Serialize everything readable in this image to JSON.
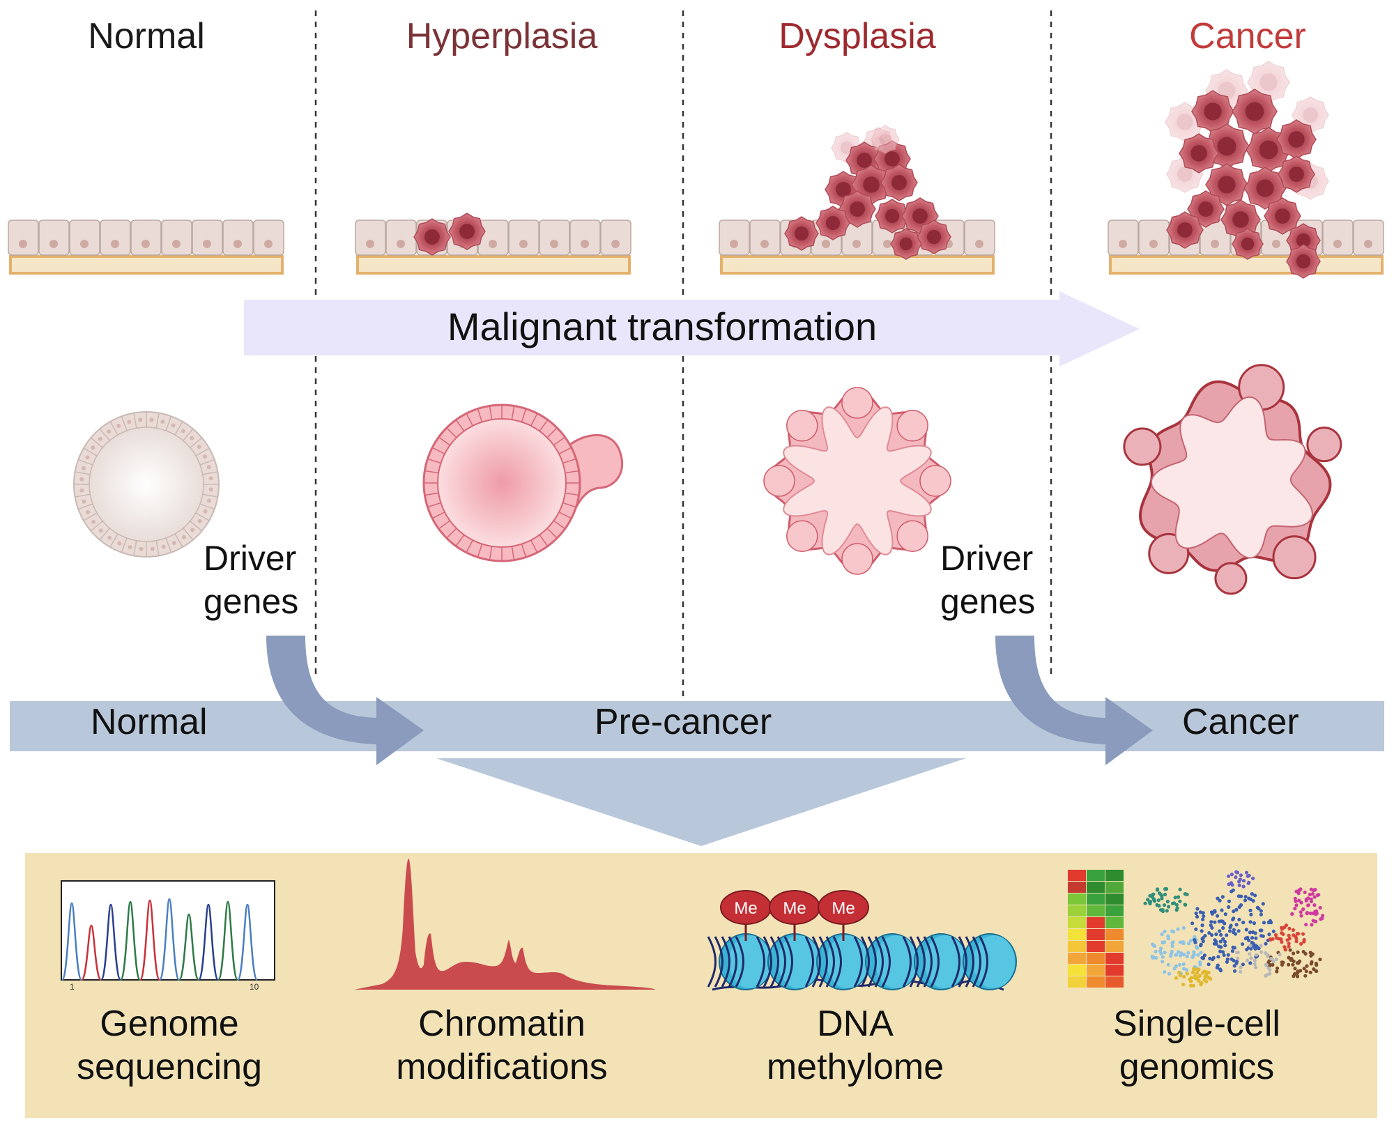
{
  "stages": [
    {
      "label": "Normal",
      "color": "#1a1a1a"
    },
    {
      "label": "Hyperplasia",
      "color": "#7b3338"
    },
    {
      "label": "Dysplasia",
      "color": "#9e2a2f"
    },
    {
      "label": "Cancer",
      "color": "#c23b3b"
    }
  ],
  "transformation_label": "Malignant transformation",
  "driver_genes": {
    "line1": "Driver",
    "line2": "genes"
  },
  "progression": [
    "Normal",
    "Pre-cancer",
    "Cancer"
  ],
  "methods": [
    {
      "line1": "Genome",
      "line2": "sequencing",
      "icon": "chromatogram-icon"
    },
    {
      "line1": "Chromatin",
      "line2": "modifications",
      "icon": "chromatin-peaks-icon"
    },
    {
      "line1": "DNA",
      "line2": "methylome",
      "icon": "nucleosome-methylation-icon"
    },
    {
      "line1": "Single-cell",
      "line2": "genomics",
      "icon": "heatmap-cluster-icon"
    }
  ],
  "chromatogram_axis": {
    "min": "1",
    "max": "10"
  },
  "methyl_tag": "Me",
  "colors": {
    "band": "#b8c7d9",
    "arrow": "#8a9bbd",
    "transform_arrow": "#e9e6fb",
    "panel": "#f2e2b6",
    "cell": "#eadbd6",
    "tumor": "#c9646e"
  }
}
